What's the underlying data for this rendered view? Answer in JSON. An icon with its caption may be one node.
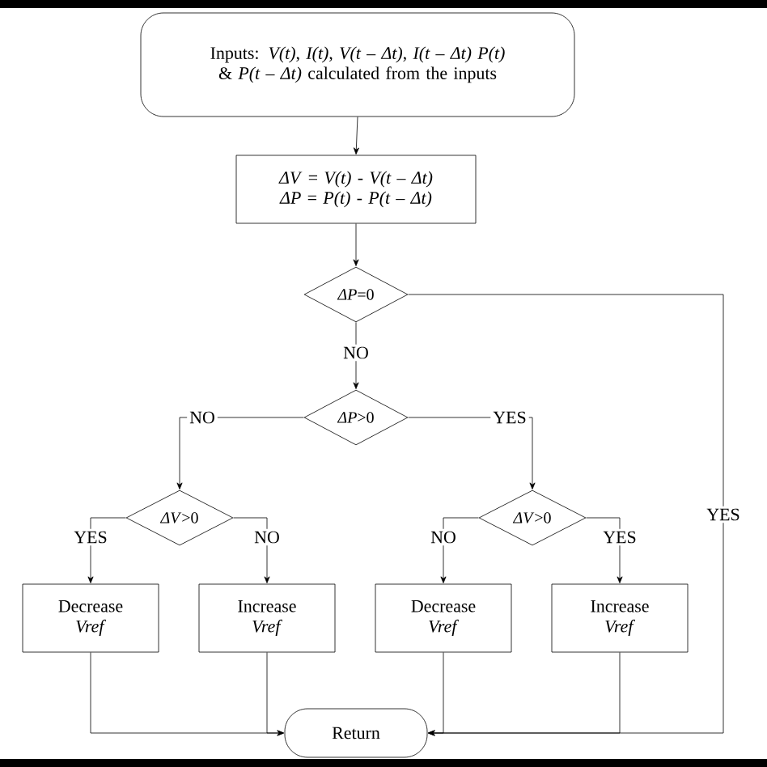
{
  "diagram": {
    "nodes": [
      {
        "text": [
          "Inputs: *V(t)*, *I(t)*, *V(t – Δt)*, *I(t – Δt)* *P(t)* & *P(t – Δt)* calculated from the inputs"
        ]
      },
      {
        "text": [
          "*ΔV* = *V(t)* - *V(t – Δt)*",
          "*ΔP* = *P(t)* - *P(t – Δt)*"
        ]
      },
      {
        "text": [
          "*ΔP*=0"
        ]
      },
      {
        "text": [
          "*ΔP*>0"
        ]
      },
      {
        "text": [
          "*ΔV*>0"
        ]
      },
      {
        "text": [
          "*ΔV*>0"
        ]
      },
      {
        "text": [
          "Decrease *Vref*"
        ]
      },
      {
        "text": [
          "Increase *Vref*"
        ]
      },
      {
        "text": [
          "Decrease *Vref*"
        ]
      },
      {
        "text": [
          "Increase *Vref*"
        ]
      },
      {
        "text": [
          "Return"
        ]
      }
    ],
    "edges": [
      {
        "from": 0,
        "to": 1,
        "arrow": "to"
      },
      {
        "from": 1,
        "to": 2,
        "arrow": "to"
      },
      {
        "from": 2,
        "to": 3,
        "arrow": "to",
        "label": "NO"
      },
      {
        "from": 2,
        "to": 10,
        "arrow": "to",
        "label": "YES"
      },
      {
        "from": 3,
        "to": 4,
        "arrow": "to",
        "label": "NO"
      },
      {
        "from": 3,
        "to": 5,
        "arrow": "to",
        "label": "YES"
      },
      {
        "from": 4,
        "to": 6,
        "arrow": "to",
        "label": "YES"
      },
      {
        "from": 4,
        "to": 7,
        "arrow": "to",
        "label": "NO"
      },
      {
        "from": 5,
        "to": 8,
        "arrow": "to",
        "label": "NO"
      },
      {
        "from": 5,
        "to": 9,
        "arrow": "to",
        "label": "YES"
      },
      {
        "from": 6,
        "to": 10,
        "arrow": "to"
      },
      {
        "from": 7,
        "to": 10,
        "arrow": "to"
      },
      {
        "from": 8,
        "to": 10,
        "arrow": "to"
      },
      {
        "from": 9,
        "to": 10,
        "arrow": "to"
      }
    ]
  }
}
